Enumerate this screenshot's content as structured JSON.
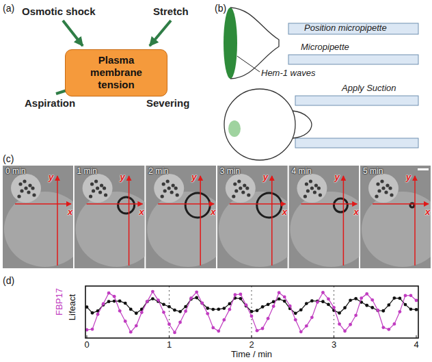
{
  "diagram": {
    "nodes": [
      {
        "text": [
          "Plasma membrane tension"
        ]
      }
    ],
    "labels": [
      "(a)",
      "Osmotic shock",
      "Stretch",
      "Aspiration",
      "Severing",
      "(b)",
      "Position micropipette",
      "Micropipette",
      "Hem-1 waves",
      "Apply Suction",
      "(c)",
      "0 min",
      "y",
      "x",
      "1 min",
      "y",
      "x",
      "2 min",
      "y",
      "x",
      "3 min",
      "y",
      "x",
      "4 min",
      "y",
      "x",
      "5 min",
      "y",
      "x",
      "(d)",
      "FBP17",
      "Lifeact",
      "0",
      "1",
      "2",
      "3",
      "4",
      "Time / min"
    ]
  }
}
